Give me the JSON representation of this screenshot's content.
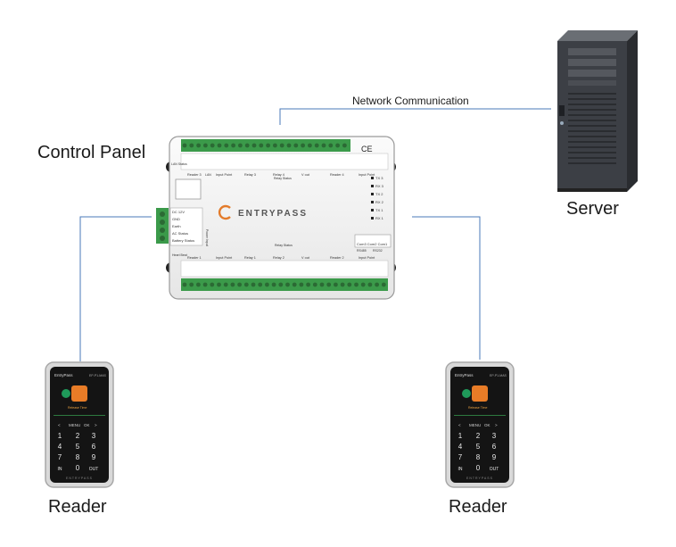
{
  "labels": {
    "control_panel": "Control Panel",
    "server": "Server",
    "reader_left": "Reader",
    "reader_right": "Reader",
    "network": "Network Communication"
  },
  "panel": {
    "brand": "ENTRYPASS",
    "ce_mark": "CE",
    "top_terminals": [
      "Reader 3",
      "Input Point",
      "Relay 3",
      "Relay 4",
      "V out",
      "Reader 4",
      "Input Point"
    ],
    "bottom_terminals": [
      "Reader 1",
      "Input Point",
      "Relay 1",
      "Relay 2",
      "V out",
      "Reader 2",
      "Input Point"
    ],
    "power_labels": [
      "DC 12V",
      "GND",
      "Earth",
      "AC Status",
      "Battery Status"
    ],
    "power_input": "Power Input",
    "lan": "LAN",
    "lan_status": "LAN Status",
    "heart_beat": "Heart Beat",
    "relay_status": "Relay Status",
    "com_labels": [
      "Com3",
      "Com2",
      "Com1"
    ],
    "rs232": "RS232",
    "rs485": "RS485",
    "tx_rx": [
      "TX 3",
      "RX 3",
      "TX 2",
      "RX 2",
      "TX 1",
      "RX 1"
    ]
  },
  "reader": {
    "brand": "EntryPass",
    "model": "EP-P1-MAS",
    "status": "Release Time",
    "menu_row": [
      "<",
      "MENU",
      "OK",
      ">"
    ],
    "keys": [
      "1",
      "2",
      "3",
      "4",
      "5",
      "6",
      "7",
      "8",
      "9",
      "IN",
      "0",
      "OUT"
    ],
    "footer": "ENTRYPASS"
  },
  "colors": {
    "line": "#4a7ab8",
    "terminal_green": "#3b9a4a",
    "panel_body": "#f4f4f4",
    "server_body": "#3a3d42"
  }
}
